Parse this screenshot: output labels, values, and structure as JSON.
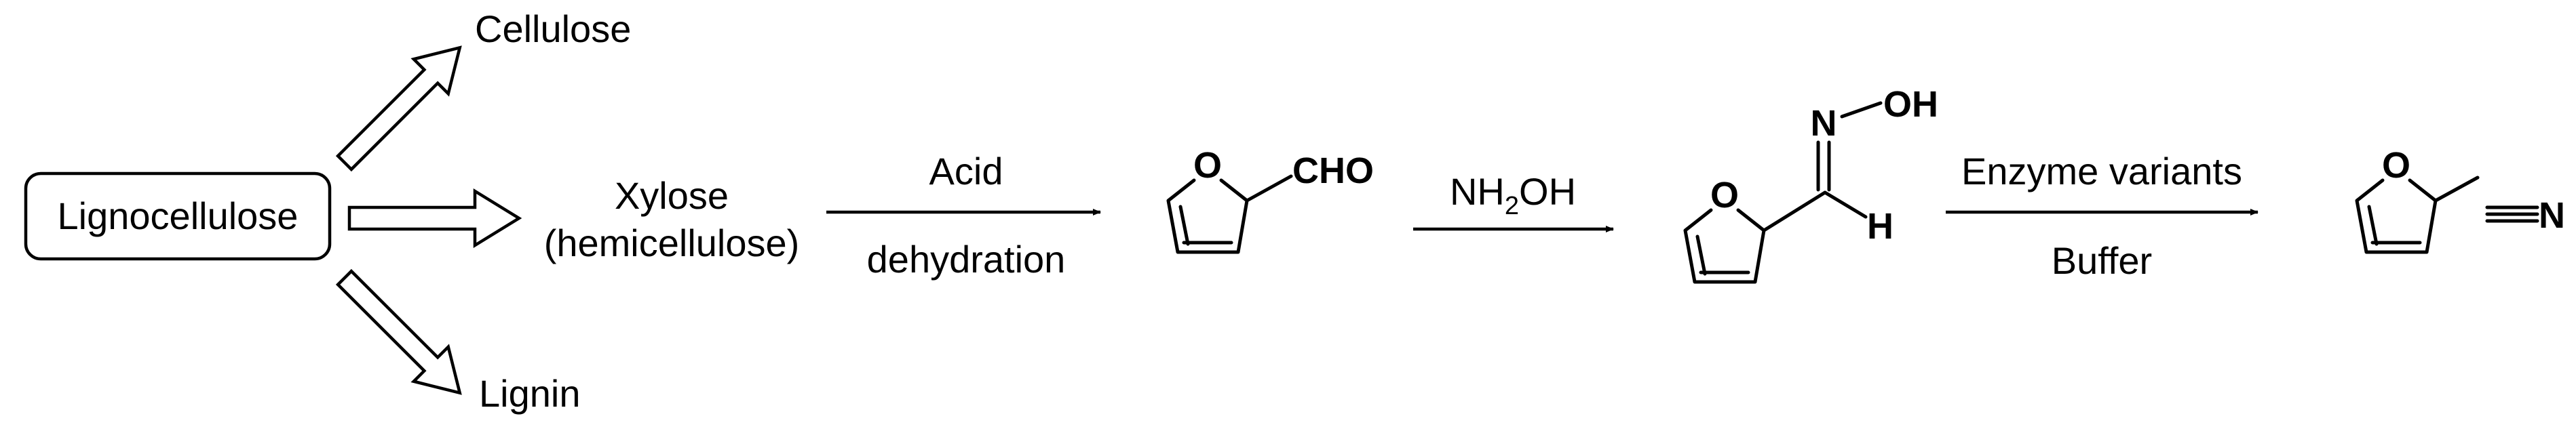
{
  "scheme": {
    "source": {
      "label": "Lignocellulose"
    },
    "products": {
      "cellulose": "Cellulose",
      "xylose": "Xylose",
      "xylose_note": "(hemicellulose)",
      "lignin": "Lignin"
    },
    "step1": {
      "above": "Acid",
      "below": "dehydration"
    },
    "step2": {
      "reagent_main": "NH",
      "reagent_sub": "2",
      "reagent_tail": "OH"
    },
    "step3": {
      "above": "Enzyme variants",
      "below": "Buffer"
    },
    "atoms": {
      "ring_oxygen": "O",
      "aldehyde": "CHO",
      "oxime_n": "N",
      "oxime_oh": "OH",
      "oxime_h": "H",
      "nitrile_n": "N"
    }
  }
}
